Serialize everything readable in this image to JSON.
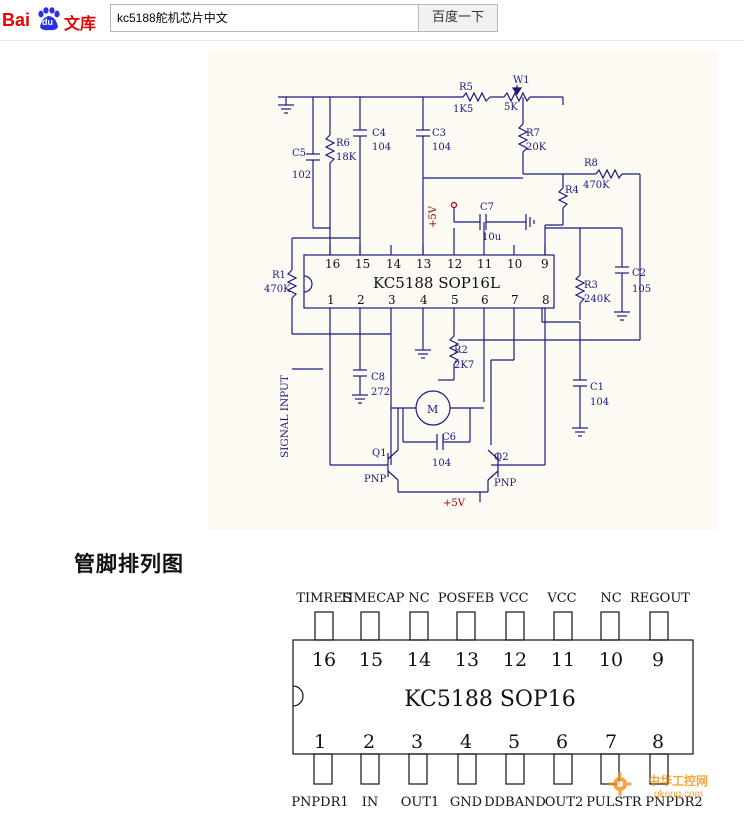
{
  "header": {
    "logo": {
      "text_bai": "Bai",
      "text_du": "du",
      "text_wenku": "文库"
    },
    "search": {
      "value": "kc5188舵机芯片中文"
    },
    "search_button_label": "百度一下"
  },
  "schematic": {
    "chip_label": "KC5188 SOP16L",
    "top_pins": [
      "16",
      "15",
      "14",
      "13",
      "12",
      "11",
      "10",
      "9"
    ],
    "bottom_pins": [
      "1",
      "2",
      "3",
      "4",
      "5",
      "6",
      "7",
      "8"
    ],
    "components": {
      "r5_name": "R5",
      "r5_value": "1K5",
      "w1_name": "W1",
      "w1_value": "5K",
      "r7_name": "R7",
      "r7_value": "20K",
      "r8_name": "R8",
      "r8_value": "470K",
      "r4_name": "R4",
      "r6_name": "R6",
      "r6_value": "18K",
      "c5_name": "C5",
      "c5_value": "102",
      "c4_name": "C4",
      "c4_value": "104",
      "c3_name": "C3",
      "c3_value": "104",
      "c7_name": "C7",
      "c7_value": "10u",
      "r1_name": "R1",
      "r1_value": "470K",
      "r3_name": "R3",
      "r3_value": "240K",
      "c2_name": "C2",
      "c2_value": "105",
      "r2_name": "R2",
      "r2_value": "2K7",
      "c8_name": "C8",
      "c8_value": "272",
      "c6_name": "C6",
      "c6_value": "104",
      "c1_name": "C1",
      "c1_value": "104",
      "q1_name": "Q1",
      "q1_type": "PNP",
      "q2_name": "Q2",
      "q2_type": "PNP",
      "motor": "M",
      "vcc_top": "+5V",
      "vcc_bottom": "+5V",
      "signal_input": "SIGNAL INPUT"
    }
  },
  "section_title": "管脚排列图",
  "pinout": {
    "chip_label": "KC5188  SOP16",
    "top_names": [
      "TIMRES",
      "TIMECAP",
      "NC",
      "POSFEB",
      "VCC",
      "VCC",
      "NC",
      "REGOUT"
    ],
    "top_numbers": [
      "16",
      "15",
      "14",
      "13",
      "12",
      "11",
      "10",
      "9"
    ],
    "bottom_numbers": [
      "1",
      "2",
      "3",
      "4",
      "5",
      "6",
      "7",
      "8"
    ],
    "bottom_names": [
      "PNPDR1",
      "IN",
      "OUT1",
      "GND",
      "DDBAND",
      "OUT2",
      "PULSTR",
      "PNPDR2"
    ]
  },
  "watermark": {
    "text": "中华工控网",
    "url": "gkong.com"
  },
  "colors": {
    "brand_red": "#e10602",
    "brand_blue": "#2932e1",
    "schematic_blue": "#1a1a80",
    "schematic_red": "#a00000",
    "watermark_orange": "#f08c00"
  }
}
